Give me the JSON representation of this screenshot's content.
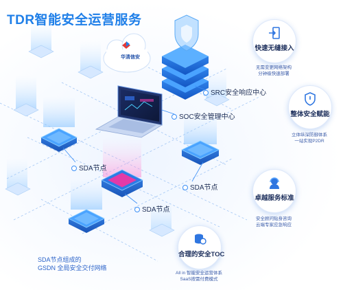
{
  "title": "TDR智能安全运营服务",
  "cloud_logo": "华清信安",
  "labels": {
    "src": "SRC安全响应中心",
    "soc": "SOC安全管理中心",
    "sda_left": "SDA节点",
    "sda_center": "SDA节点",
    "sda_right": "SDA节点"
  },
  "features": [
    {
      "title": "快速无缝接入",
      "icon": "door-enter-icon",
      "lines": [
        "无需变更网络架构",
        "分钟级快速部署"
      ]
    },
    {
      "title": "整体安全赋能",
      "icon": "shield-icon",
      "lines": [
        "立体纵深防御体系",
        "一站实现P2DR"
      ]
    },
    {
      "title": "卓越服务标准",
      "icon": "headset-support-icon",
      "lines": [
        "安全顾问贴身咨询",
        "云端专家应急响应"
      ]
    },
    {
      "title": "合理的安全TOC",
      "icon": "coins-icon",
      "lines": [
        "All in 智能安全运营体系",
        "SaaS按需付费模式"
      ]
    }
  ],
  "footer": [
    "SDA节点组成的",
    "GSDN 全局安全交付网络"
  ],
  "colors": {
    "accent": "#1f7fe8",
    "node_top": "#4aa3ff",
    "node_hot": "#e23aa8",
    "text": "#1f2f55"
  }
}
